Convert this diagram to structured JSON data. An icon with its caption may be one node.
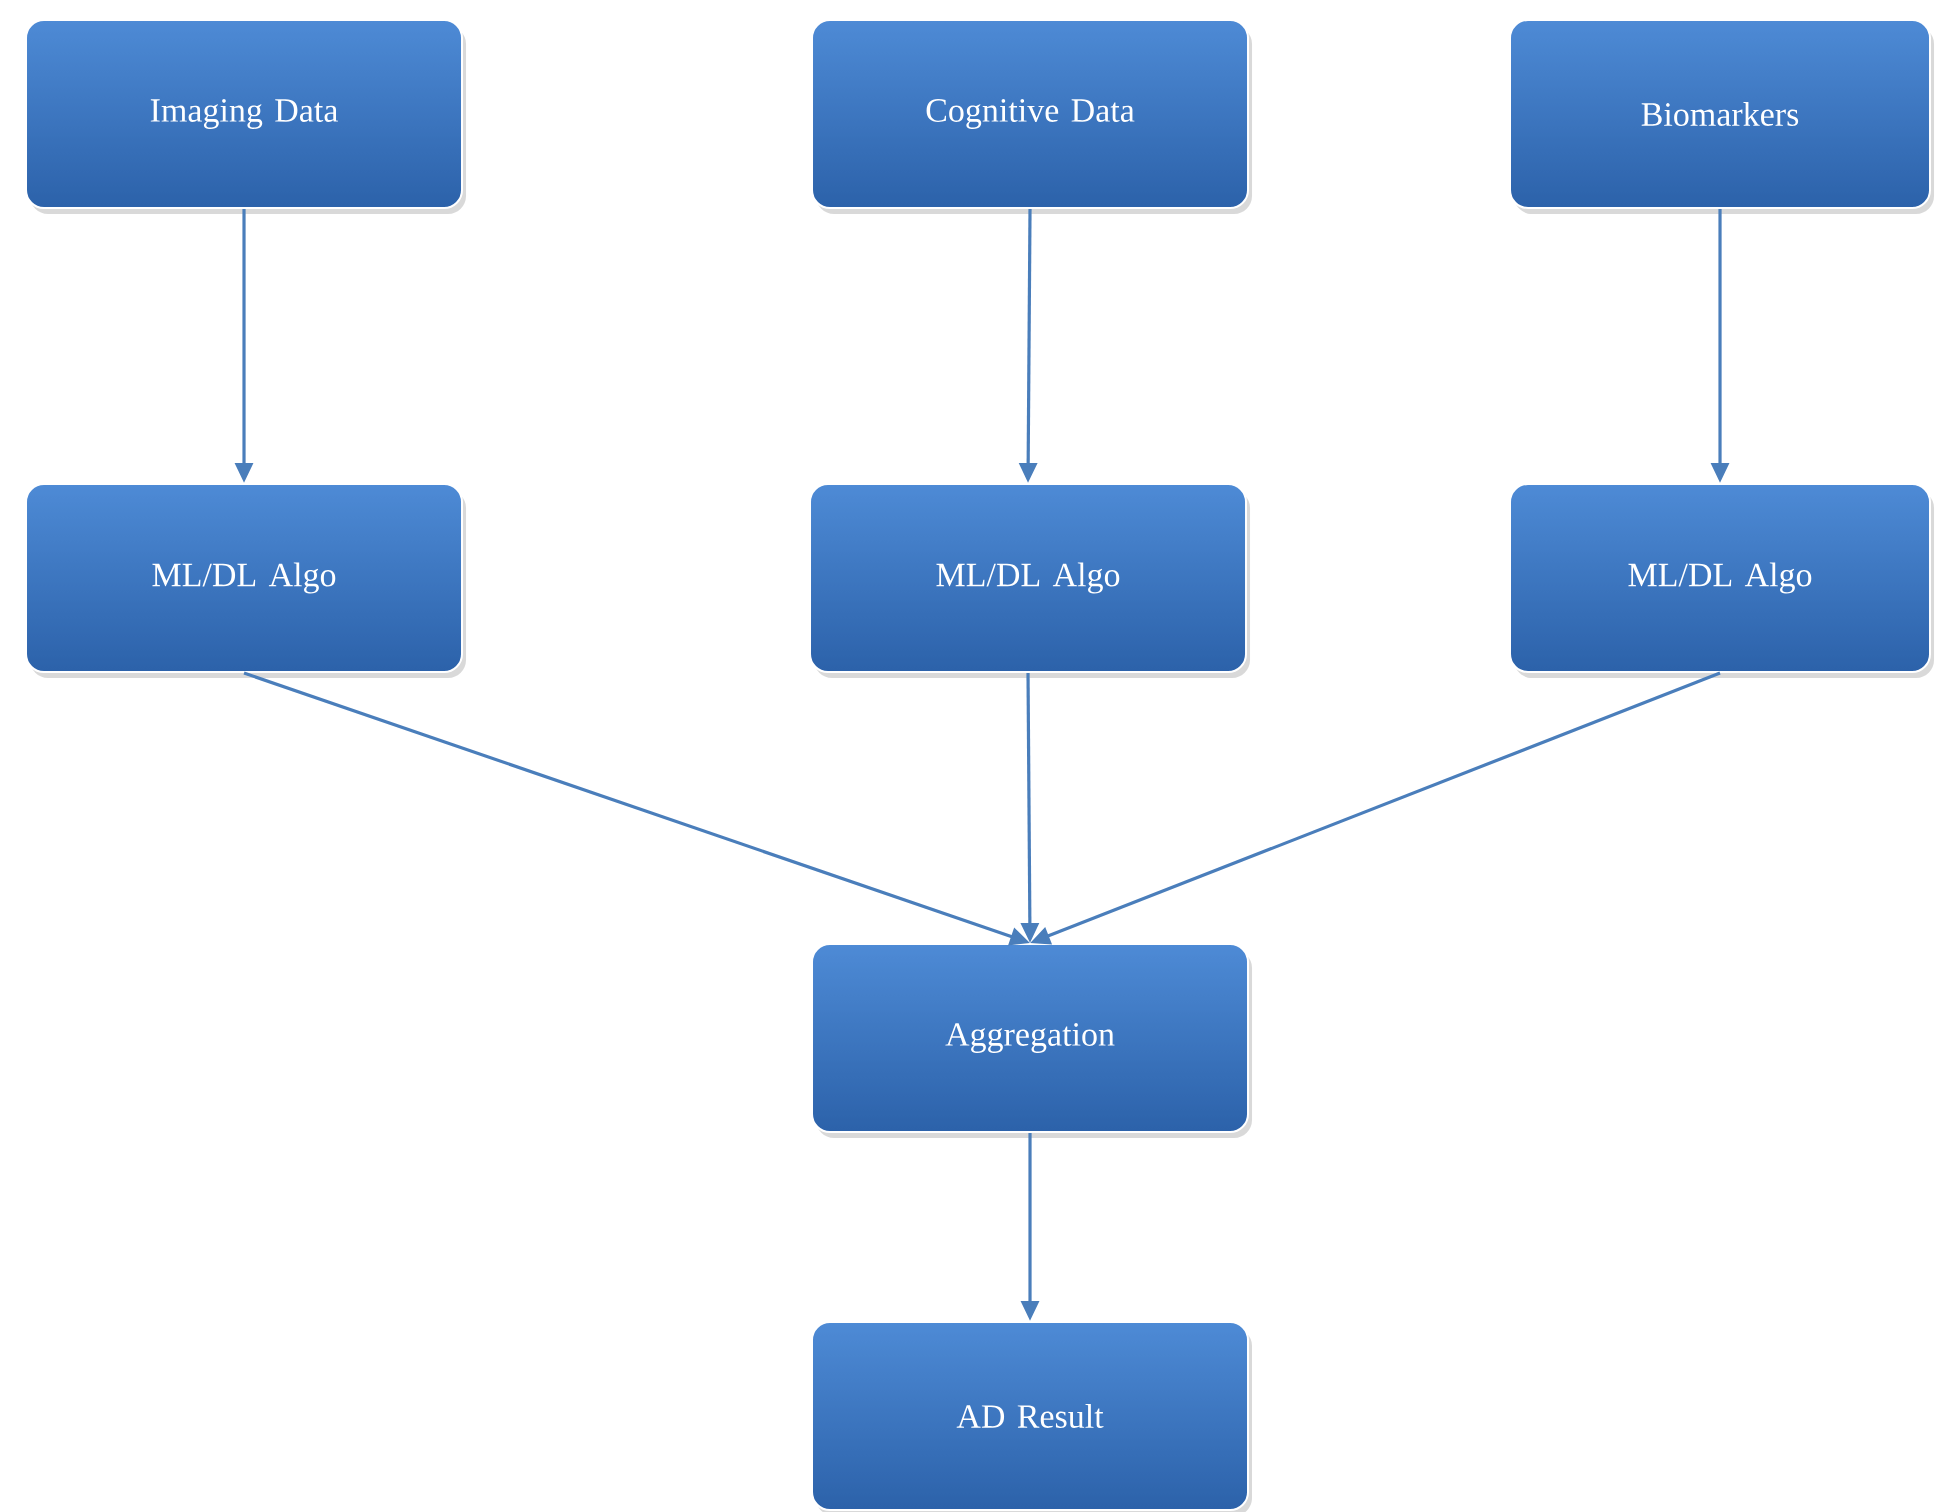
{
  "diagram": {
    "nodes": [
      {
        "text": [
          "Imaging Data"
        ]
      },
      {
        "text": [
          "Cognitive Data"
        ]
      },
      {
        "text": [
          "Biomarkers"
        ]
      },
      {
        "text": [
          "ML/DL Algo"
        ]
      },
      {
        "text": [
          "ML/DL Algo"
        ]
      },
      {
        "text": [
          "ML/DL Algo"
        ]
      },
      {
        "text": [
          "Aggregation"
        ]
      },
      {
        "text": [
          "AD Result"
        ]
      }
    ],
    "edges": [
      {
        "from": 0,
        "to": 3,
        "arrow": "to"
      },
      {
        "from": 1,
        "to": 4,
        "arrow": "to"
      },
      {
        "from": 2,
        "to": 5,
        "arrow": "to"
      },
      {
        "from": 3,
        "to": 6,
        "arrow": "to"
      },
      {
        "from": 4,
        "to": 6,
        "arrow": "to"
      },
      {
        "from": 5,
        "to": 6,
        "arrow": "to"
      },
      {
        "from": 6,
        "to": 7,
        "arrow": "to"
      }
    ]
  }
}
